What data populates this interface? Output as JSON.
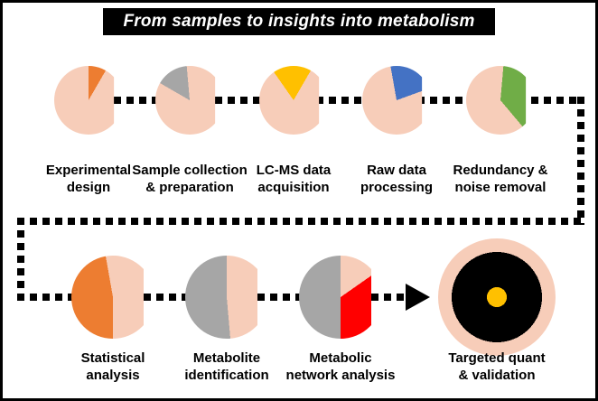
{
  "header": {
    "title": "From samples to insights into metabolism",
    "bg": "#000000",
    "fg": "#ffffff"
  },
  "palette": {
    "pink": "#F7CDB9",
    "orange": "#ED7D31",
    "gray": "#A6A6A6",
    "yellow": "#FFC000",
    "blue": "#4472C4",
    "green": "#70AD47",
    "red": "#FF0000",
    "black": "#000000",
    "connector": "#000000"
  },
  "row1": [
    {
      "id": "experimental-design",
      "label_lines": [
        "Experimental",
        "design"
      ],
      "pie": {
        "base": "#F7CDB9",
        "wedges": [
          {
            "color": "#ED7D31",
            "start": 0,
            "end": 30
          }
        ]
      }
    },
    {
      "id": "sample-collection",
      "label_lines": [
        "Sample collection",
        "& preparation"
      ],
      "pie": {
        "base": "#F7CDB9",
        "wedges": [
          {
            "color": "#A6A6A6",
            "start": 300,
            "end": 355
          }
        ]
      }
    },
    {
      "id": "lcms-data-acquisition",
      "label_lines": [
        "LC-MS data",
        "acquisition"
      ],
      "pie": {
        "base": "#F7CDB9",
        "wedges": [
          {
            "color": "#FFC000",
            "start": 325,
            "end": 30
          }
        ]
      }
    },
    {
      "id": "raw-data-processing",
      "label_lines": [
        "Raw data",
        "processing"
      ],
      "pie": {
        "base": "#F7CDB9",
        "wedges": [
          {
            "color": "#4472C4",
            "start": 350,
            "end": 70
          }
        ]
      }
    },
    {
      "id": "redundancy-noise-removal",
      "label_lines": [
        "Redundancy &",
        "noise removal"
      ],
      "pie": {
        "base": "#F7CDB9",
        "wedges": [
          {
            "color": "#70AD47",
            "start": 5,
            "end": 140
          }
        ]
      }
    }
  ],
  "row2": [
    {
      "id": "statistical-analysis",
      "label_lines": [
        "Statistical",
        "analysis"
      ],
      "pie": {
        "base": "#F7CDB9",
        "wedges": [
          {
            "color": "#ED7D31",
            "start": 180,
            "end": 350
          }
        ]
      }
    },
    {
      "id": "metabolite-identification",
      "label_lines": [
        "Metabolite",
        "identification"
      ],
      "pie": {
        "base": "#F7CDB9",
        "wedges": [
          {
            "color": "#A6A6A6",
            "start": 175,
            "end": 360
          }
        ]
      }
    },
    {
      "id": "metabolic-network-analysis",
      "label_lines": [
        "Metabolic",
        "network analysis"
      ],
      "pie": {
        "base": "#F7CDB9",
        "wedges": [
          {
            "color": "#A6A6A6",
            "start": 180,
            "end": 360
          },
          {
            "color": "#FF0000",
            "start": 55,
            "end": 180
          }
        ]
      }
    },
    {
      "id": "targeted-quant-validation",
      "label_lines": [
        "Targeted quant",
        "& validation"
      ],
      "pie": {
        "type": "target",
        "dot_color": "#FFC000",
        "dot_radius": 11,
        "disc_color": "#000000",
        "disc_radius": 50,
        "ring_color": "#F7CDB9"
      }
    }
  ]
}
